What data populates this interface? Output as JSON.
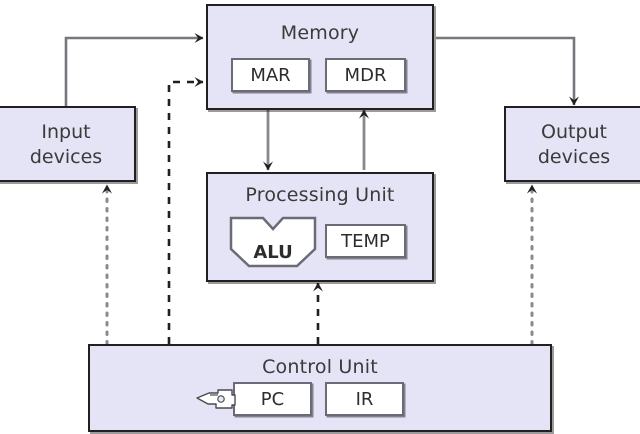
{
  "diagram": {
    "title": "Von Neumann computer architecture block diagram",
    "palette": {
      "box_fill": "#e4e4f6",
      "box_border": "#231f20",
      "register_fill": "#ffffff",
      "register_border": "#6b6b78",
      "text": "#3a3a3a",
      "solid_connector": "#5a5a62",
      "dashed_connector": "#231f20",
      "dotted_connector": "#6f6f76",
      "background": "#ffffff"
    },
    "nodes": {
      "memory": {
        "label": "Memory",
        "registers": [
          {
            "label": "MAR",
            "name": "memory-address-register"
          },
          {
            "label": "MDR",
            "name": "memory-data-register"
          }
        ]
      },
      "processing_unit": {
        "label": "Processing Unit",
        "registers": [
          {
            "label": "ALU",
            "name": "arithmetic-logic-unit",
            "shape": "alu"
          },
          {
            "label": "TEMP",
            "name": "temp-register",
            "shape": "rect"
          }
        ]
      },
      "control_unit": {
        "label": "Control Unit",
        "registers": [
          {
            "label": "PC",
            "name": "program-counter"
          },
          {
            "label": "IR",
            "name": "instruction-register"
          }
        ]
      },
      "input_devices": {
        "line1": "Input",
        "line2": "devices"
      },
      "output_devices": {
        "line1": "Output",
        "line2": "devices"
      }
    },
    "connectors": [
      {
        "name": "input-to-memory",
        "style": "solid",
        "from": "input_devices",
        "to": "memory",
        "arrow": "to"
      },
      {
        "name": "control-to-memory",
        "style": "dashed",
        "from": "control_unit",
        "to": "memory",
        "arrow": "to"
      },
      {
        "name": "memory-to-output",
        "style": "solid",
        "from": "memory",
        "to": "output_devices",
        "arrow": "to"
      },
      {
        "name": "memory-to-processing-unit",
        "style": "solid",
        "from": "memory",
        "to": "processing_unit",
        "arrow": "to"
      },
      {
        "name": "processing-unit-to-memory",
        "style": "solid",
        "from": "processing_unit",
        "to": "memory",
        "arrow": "to"
      },
      {
        "name": "control-to-processing-unit",
        "style": "dashed",
        "from": "control_unit",
        "to": "processing_unit",
        "arrow": "to"
      },
      {
        "name": "control-to-input-devices",
        "style": "dotted",
        "from": "control_unit",
        "to": "input_devices",
        "arrow": "to"
      },
      {
        "name": "control-to-output-devices",
        "style": "dotted",
        "from": "control_unit",
        "to": "output_devices",
        "arrow": "to"
      }
    ],
    "cursor": {
      "name": "hand-pointer-cursor",
      "glyph": "☚",
      "target": "PC"
    }
  }
}
